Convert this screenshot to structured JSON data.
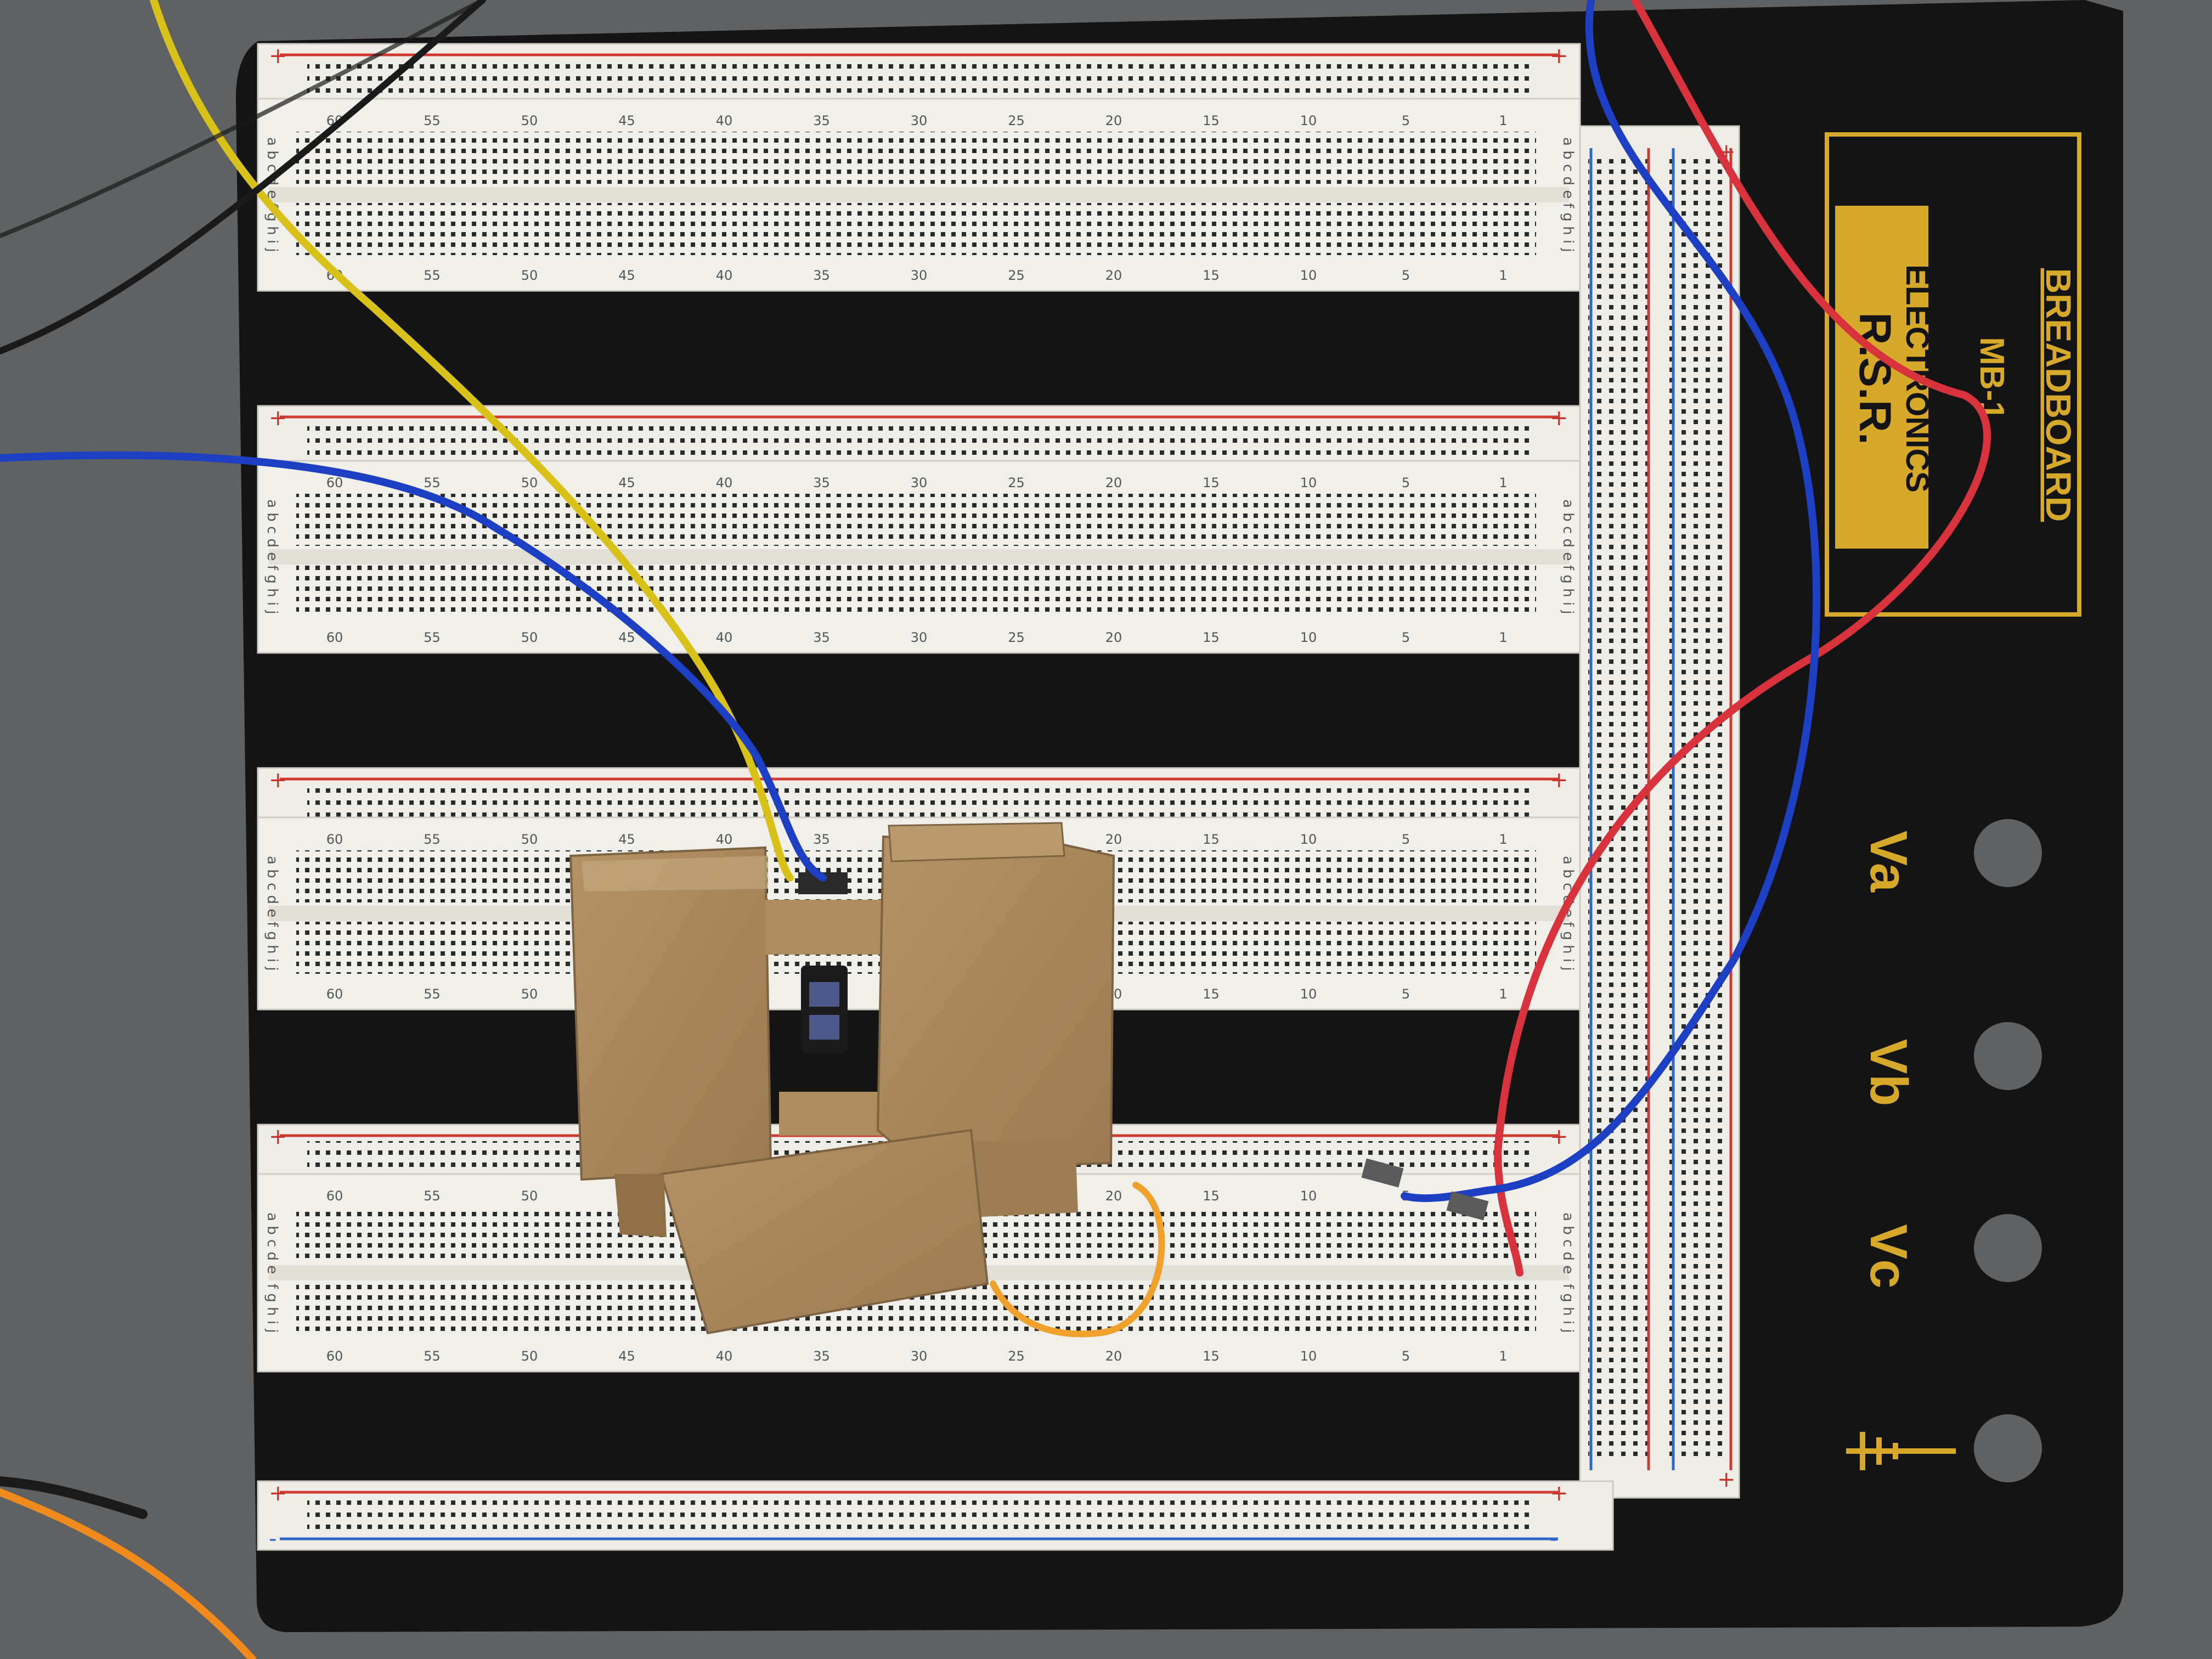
{
  "board": {
    "brand_top": "R.S.R.",
    "brand_bottom": "ELECTRONICS",
    "product": "BREADBOARD",
    "model": "MB-1",
    "terminals": [
      {
        "label": "Va",
        "icon": "terminal-hole"
      },
      {
        "label": "Vb",
        "icon": "terminal-hole"
      },
      {
        "label": "Vc",
        "icon": "terminal-hole"
      },
      {
        "label": "",
        "icon": "ground-icon"
      }
    ]
  },
  "strip": {
    "col_numbers": [
      "60",
      "55",
      "50",
      "45",
      "40",
      "35",
      "30",
      "25",
      "20",
      "15",
      "10",
      "5",
      "1"
    ],
    "rows_top": "a b c d e",
    "rows_bottom": "f g h i j",
    "plus": "+",
    "minus": "-"
  },
  "colors": {
    "board": "#141414",
    "plastic": "#f1efe9",
    "rail_red": "#cf3a33",
    "rail_blue": "#2f66c9",
    "silk": "#d6a92a",
    "cardboard": "#a8875c",
    "wire_yellow": "#d8c21a",
    "wire_blue": "#1d3fc4",
    "wire_red": "#d8333d",
    "wire_orange": "#f0a12c",
    "wire_black": "#1a1a1a"
  }
}
